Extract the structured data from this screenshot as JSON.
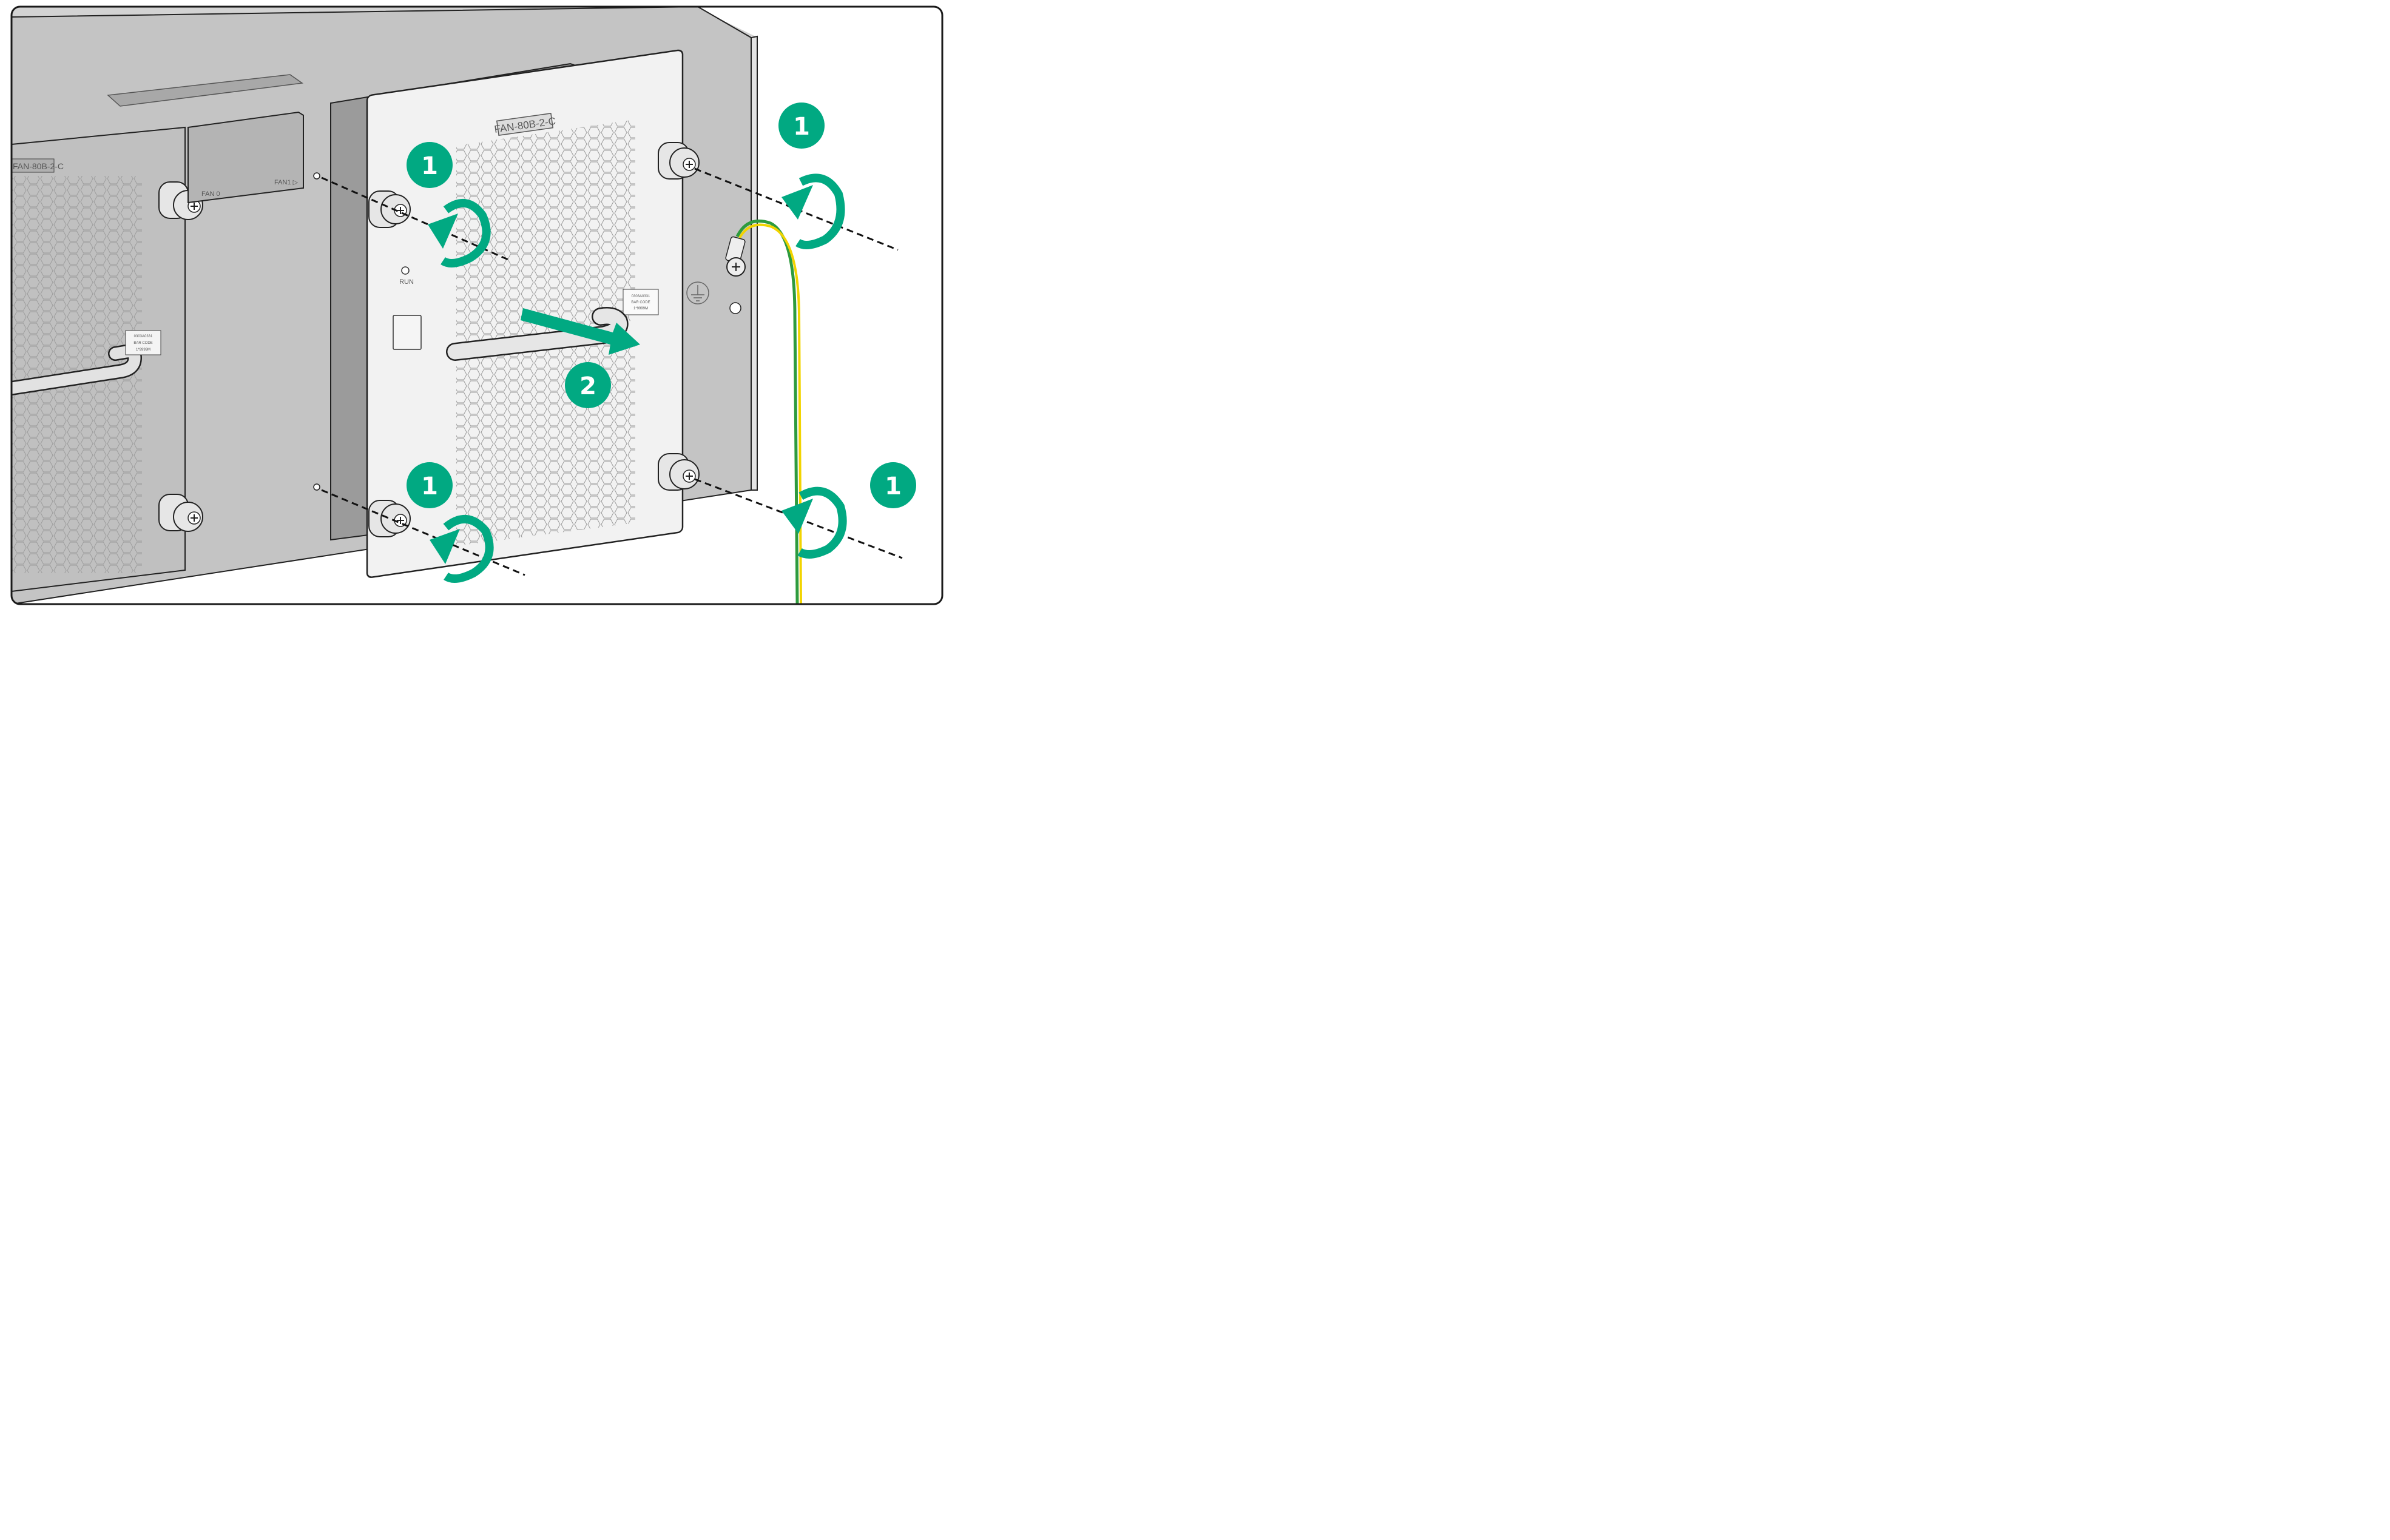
{
  "colors": {
    "accent": "#01a982",
    "chassis": "#c8c8c8",
    "panel": "#f1f1f1",
    "ground_wire_green": "#2e9b3e",
    "ground_wire_yellow": "#f2d400",
    "frame": "#1a1a1a"
  },
  "labels": {
    "module_model": "FAN-80B-2-C",
    "left_module_model_partial": "FAN-80B-2-C",
    "slot_fan0": "FAN 0",
    "slot_fan1": "FAN1 ▷",
    "run_led": "RUN",
    "barcode_line1": "0303A0331",
    "barcode_line2": "BAR CODE",
    "barcode_line3": "1*9999M"
  },
  "steps": {
    "unscrew": "1",
    "pull_out": "2"
  },
  "icons": {
    "screw": "captive-screw-icon",
    "rotate": "counterclockwise-arrow-icon",
    "pull": "pull-arrow-icon",
    "ground": "ground-symbol-icon"
  }
}
